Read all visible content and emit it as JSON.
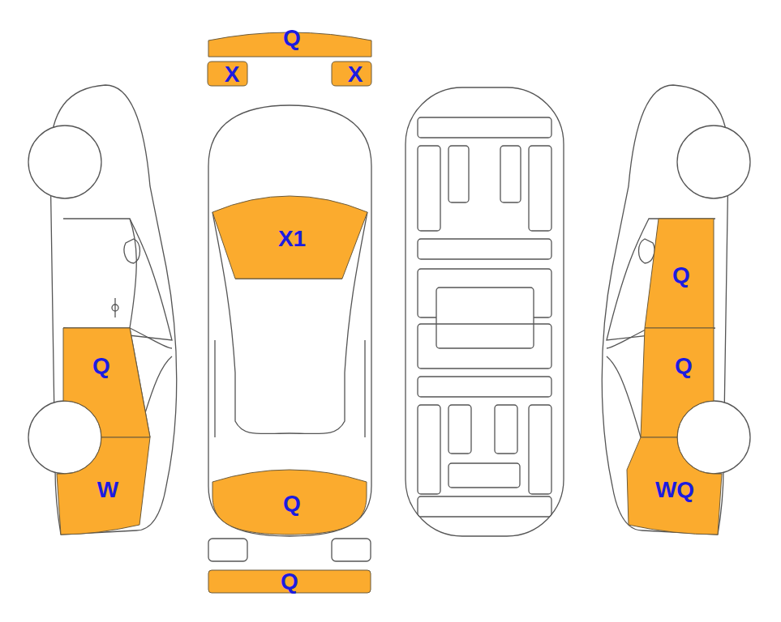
{
  "diagram": {
    "nodes": [
      {
        "text": [
          "Q"
        ]
      },
      {
        "text": [
          "X"
        ]
      },
      {
        "text": [
          "X"
        ]
      },
      {
        "text": [
          "X1"
        ]
      },
      {
        "text": [
          "Q"
        ]
      },
      {
        "text": [
          "Q"
        ]
      },
      {
        "text": [
          "Q"
        ]
      },
      {
        "text": [
          "W"
        ]
      },
      {
        "text": [
          "WQ"
        ]
      },
      {
        "text": [
          "Q"
        ]
      },
      {
        "text": [
          "Q"
        ]
      }
    ]
  }
}
